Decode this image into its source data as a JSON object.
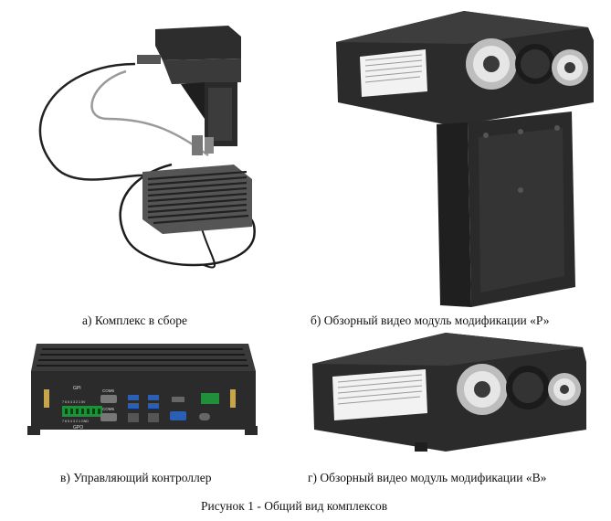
{
  "figure": {
    "caption": "Рисунок 1 - Общий вид комплексов",
    "panels": [
      {
        "id": "a",
        "caption": "а) Комплекс в сборе"
      },
      {
        "id": "b",
        "caption": "б) Обзорный видео модуль модификации «Р»"
      },
      {
        "id": "c",
        "caption": "в) Управляющий контроллер"
      },
      {
        "id": "d",
        "caption": "г) Обзорный видео модуль модификации «В»"
      }
    ]
  },
  "controller_labels": {
    "gpi": "GPI",
    "gpo": "GPO",
    "com6": "COM6",
    "com5": "COM5",
    "pins_top": "7 6 5 4 3 2 1 5V",
    "pins_bottom": "7 6 5 4 3 2 1 GND"
  },
  "colors": {
    "housing": "#2b2b2b",
    "housing_light": "#4a4a4a",
    "lens_metal": "#c9c9c9",
    "connector_green": "#1f8f3a",
    "usb_blue": "#2a5fb5"
  }
}
